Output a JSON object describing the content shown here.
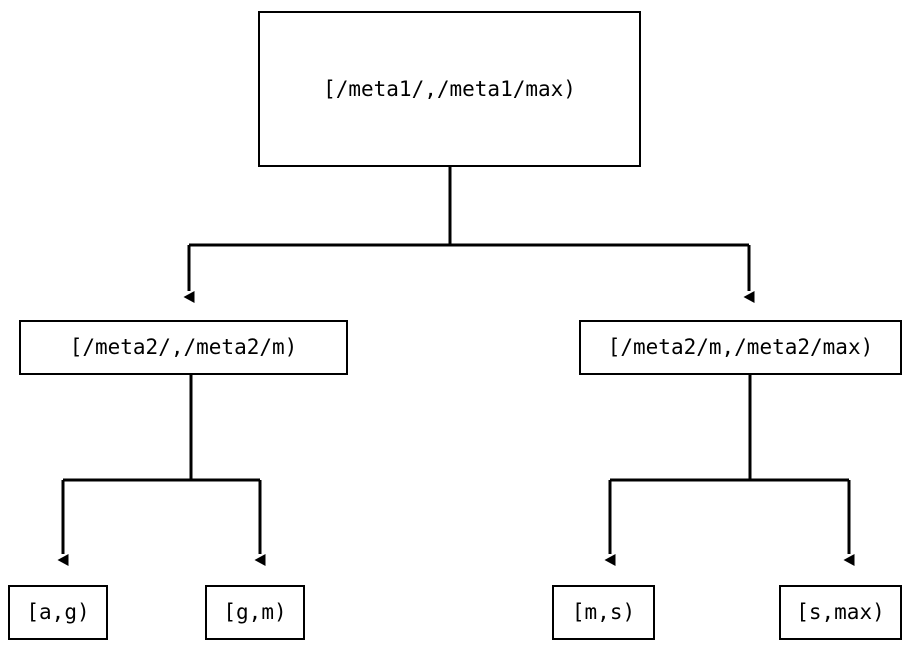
{
  "diagram": {
    "type": "tree",
    "orientation": "top-down",
    "background_color": "#ffffff",
    "line_color": "#000000",
    "text_color": "#000000",
    "nodes": {
      "root": {
        "label": "[/meta1/,/meta1/max)",
        "level": 0
      },
      "mid_left": {
        "label": "[/meta2/,/meta2/m)",
        "level": 1
      },
      "mid_right": {
        "label": "[/meta2/m,/meta2/max)",
        "level": 1
      },
      "leaf_ag": {
        "label": "[a,g)",
        "level": 2
      },
      "leaf_gm": {
        "label": "[g,m)",
        "level": 2
      },
      "leaf_ms": {
        "label": "[m,s)",
        "level": 2
      },
      "leaf_smax": {
        "label": "[s,max)",
        "level": 2
      }
    },
    "edges": [
      {
        "from": "root",
        "to": "mid_left",
        "arrow": "down"
      },
      {
        "from": "root",
        "to": "mid_right",
        "arrow": "down"
      },
      {
        "from": "mid_left",
        "to": "leaf_ag",
        "arrow": "down"
      },
      {
        "from": "mid_left",
        "to": "leaf_gm",
        "arrow": "down"
      },
      {
        "from": "mid_right",
        "to": "leaf_ms",
        "arrow": "down"
      },
      {
        "from": "mid_right",
        "to": "leaf_smax",
        "arrow": "down"
      }
    ]
  }
}
